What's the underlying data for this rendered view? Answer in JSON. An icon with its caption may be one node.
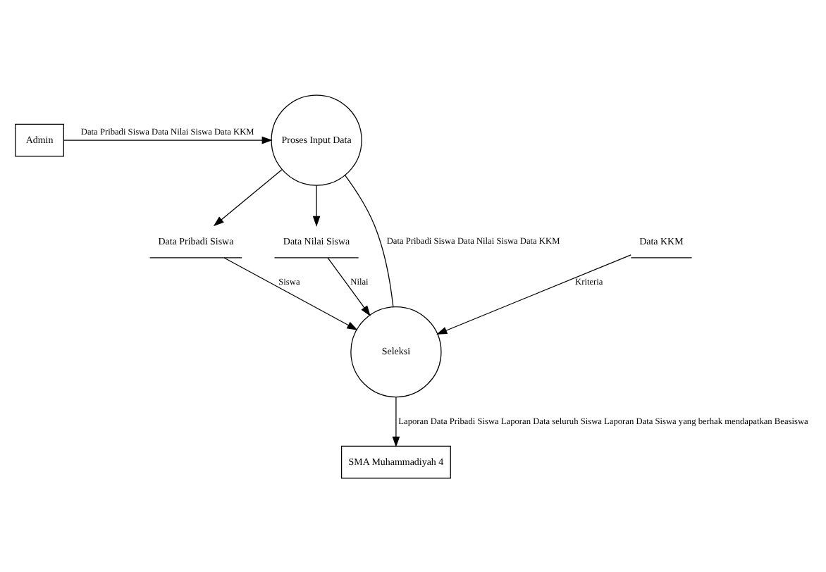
{
  "diagram": {
    "nodes": [
      {
        "text": [
          "Admin"
        ]
      },
      {
        "text": [
          "Proses Input Data"
        ]
      },
      {
        "text": [
          "Data Pribadi Siswa"
        ]
      },
      {
        "text": [
          "Data Nilai Siswa"
        ]
      },
      {
        "text": [
          "Data KKM"
        ]
      },
      {
        "text": [
          "Seleksi"
        ]
      },
      {
        "text": [
          "SMA Muhammadiyah 4"
        ]
      }
    ],
    "edges": [
      {
        "from": 0,
        "to": 1,
        "arrow": "to",
        "label": "Data Pribadi Siswa Data Nilai Siswa Data KKM"
      },
      {
        "from": 1,
        "to": 2,
        "arrow": "to"
      },
      {
        "from": 1,
        "to": 3,
        "arrow": "to"
      },
      {
        "from": 1,
        "to": 5,
        "arrow": "none",
        "label": "Data Pribadi Siswa Data Nilai Siswa Data KKM"
      },
      {
        "from": 4,
        "to": 5,
        "arrow": "to",
        "label": "Kriteria"
      },
      {
        "from": 3,
        "to": 5,
        "arrow": "to",
        "label": "Nilai"
      },
      {
        "from": 2,
        "to": 5,
        "arrow": "to",
        "label": "Siswa"
      },
      {
        "from": 5,
        "to": 6,
        "arrow": "to",
        "label": "Laporan Data Pribadi Siswa Laporan Data seluruh Siswa Laporan Data Siswa yang berhak mendapatkan Beasiswa"
      }
    ]
  }
}
